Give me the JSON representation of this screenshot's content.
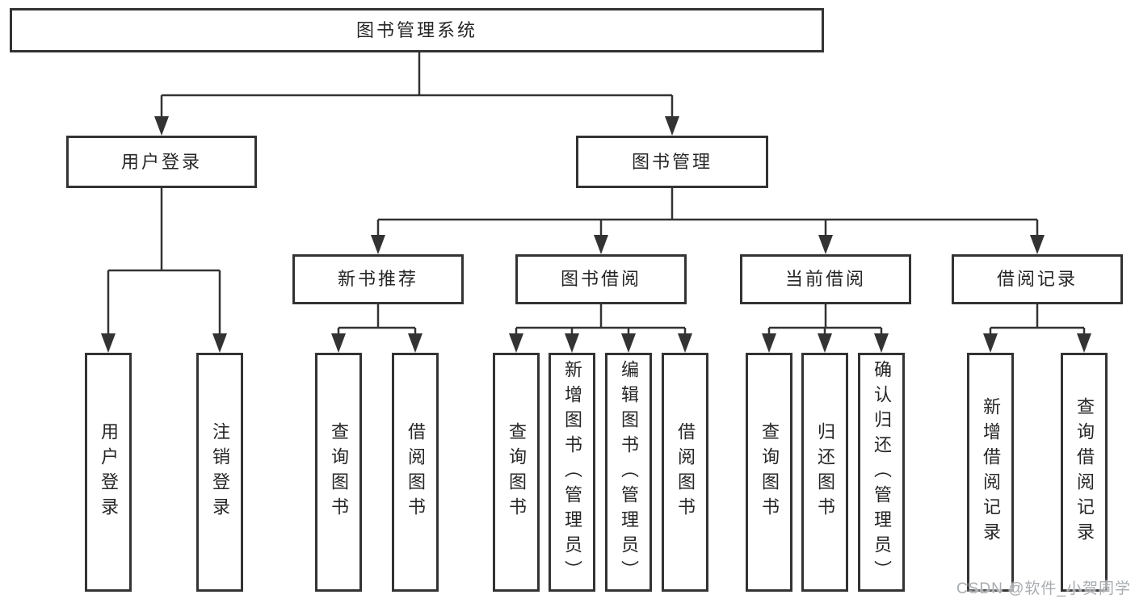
{
  "diagram_title": "图书管理系统",
  "tree": {
    "label": "图书管理系统",
    "children": [
      {
        "label": "用户登录",
        "children": [
          {
            "label": "用户登录"
          },
          {
            "label": "注销登录"
          }
        ]
      },
      {
        "label": "图书管理",
        "children": [
          {
            "label": "新书推荐",
            "children": [
              {
                "label": "查询图书"
              },
              {
                "label": "借阅图书"
              }
            ]
          },
          {
            "label": "图书借阅",
            "children": [
              {
                "label": "查询图书"
              },
              {
                "label": "新增图书（管理员）"
              },
              {
                "label": "编辑图书（管理员）"
              },
              {
                "label": "借阅图书"
              }
            ]
          },
          {
            "label": "当前借阅",
            "children": [
              {
                "label": "查询图书"
              },
              {
                "label": "归还图书"
              },
              {
                "label": "确认归还（管理员）"
              }
            ]
          },
          {
            "label": "借阅记录",
            "children": [
              {
                "label": "新增借阅记录"
              },
              {
                "label": "查询借阅记录"
              }
            ]
          }
        ]
      }
    ]
  },
  "watermark": "CSDN @软件_小贺同学",
  "colors": {
    "line": "#333333",
    "box_border": "#333333",
    "text": "#262626",
    "watermark": "#a8acb1",
    "background": "#ffffff"
  }
}
